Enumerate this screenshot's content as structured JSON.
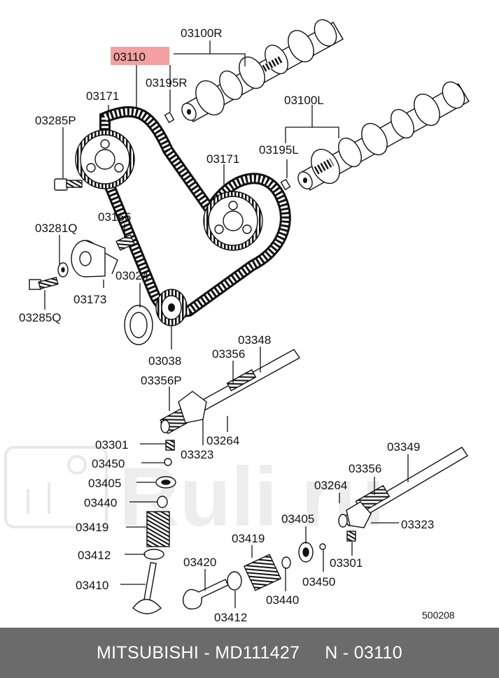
{
  "labels": {
    "p03100R": "03100R",
    "p03110": "03110",
    "p03195R": "03195R",
    "p03171a": "03171",
    "p03100L": "03100L",
    "p03285P": "03285P",
    "p03195L": "03195L",
    "p03171b": "03171",
    "p03166": "03166",
    "p03281Q": "03281Q",
    "p03024": "03024",
    "p03173": "03173",
    "p03285Q": "03285Q",
    "p03038": "03038",
    "p03348": "03348",
    "p03356a": "03356",
    "p03356P": "03356P",
    "p03264a": "03264",
    "p03301a": "03301",
    "p03323a": "03323",
    "p03349": "03349",
    "p03450a": "03450",
    "p03356b": "03356",
    "p03405a": "03405",
    "p03264b": "03264",
    "p03440a": "03440",
    "p03323b": "03323",
    "p03405b": "03405",
    "p03419a": "03419",
    "p03419b": "03419",
    "p03301b": "03301",
    "p03412a": "03412",
    "p03420": "03420",
    "p03450b": "03450",
    "p03410": "03410",
    "p03440b": "03440",
    "p03412b": "03412",
    "code": "500208"
  },
  "footer": {
    "brand": "MITSUBISHI",
    "dash": "-",
    "part_number": "MD111427",
    "ref_prefix": "N",
    "ref_dash": "-",
    "ref": "03110"
  },
  "watermark": "Ruli.ru",
  "colors": {
    "highlight": "#f4a0a0",
    "footer_bg": "#6b6b6b",
    "footer_text": "#ffffff",
    "ink": "#111111",
    "watermark": "#e9e9e9"
  }
}
